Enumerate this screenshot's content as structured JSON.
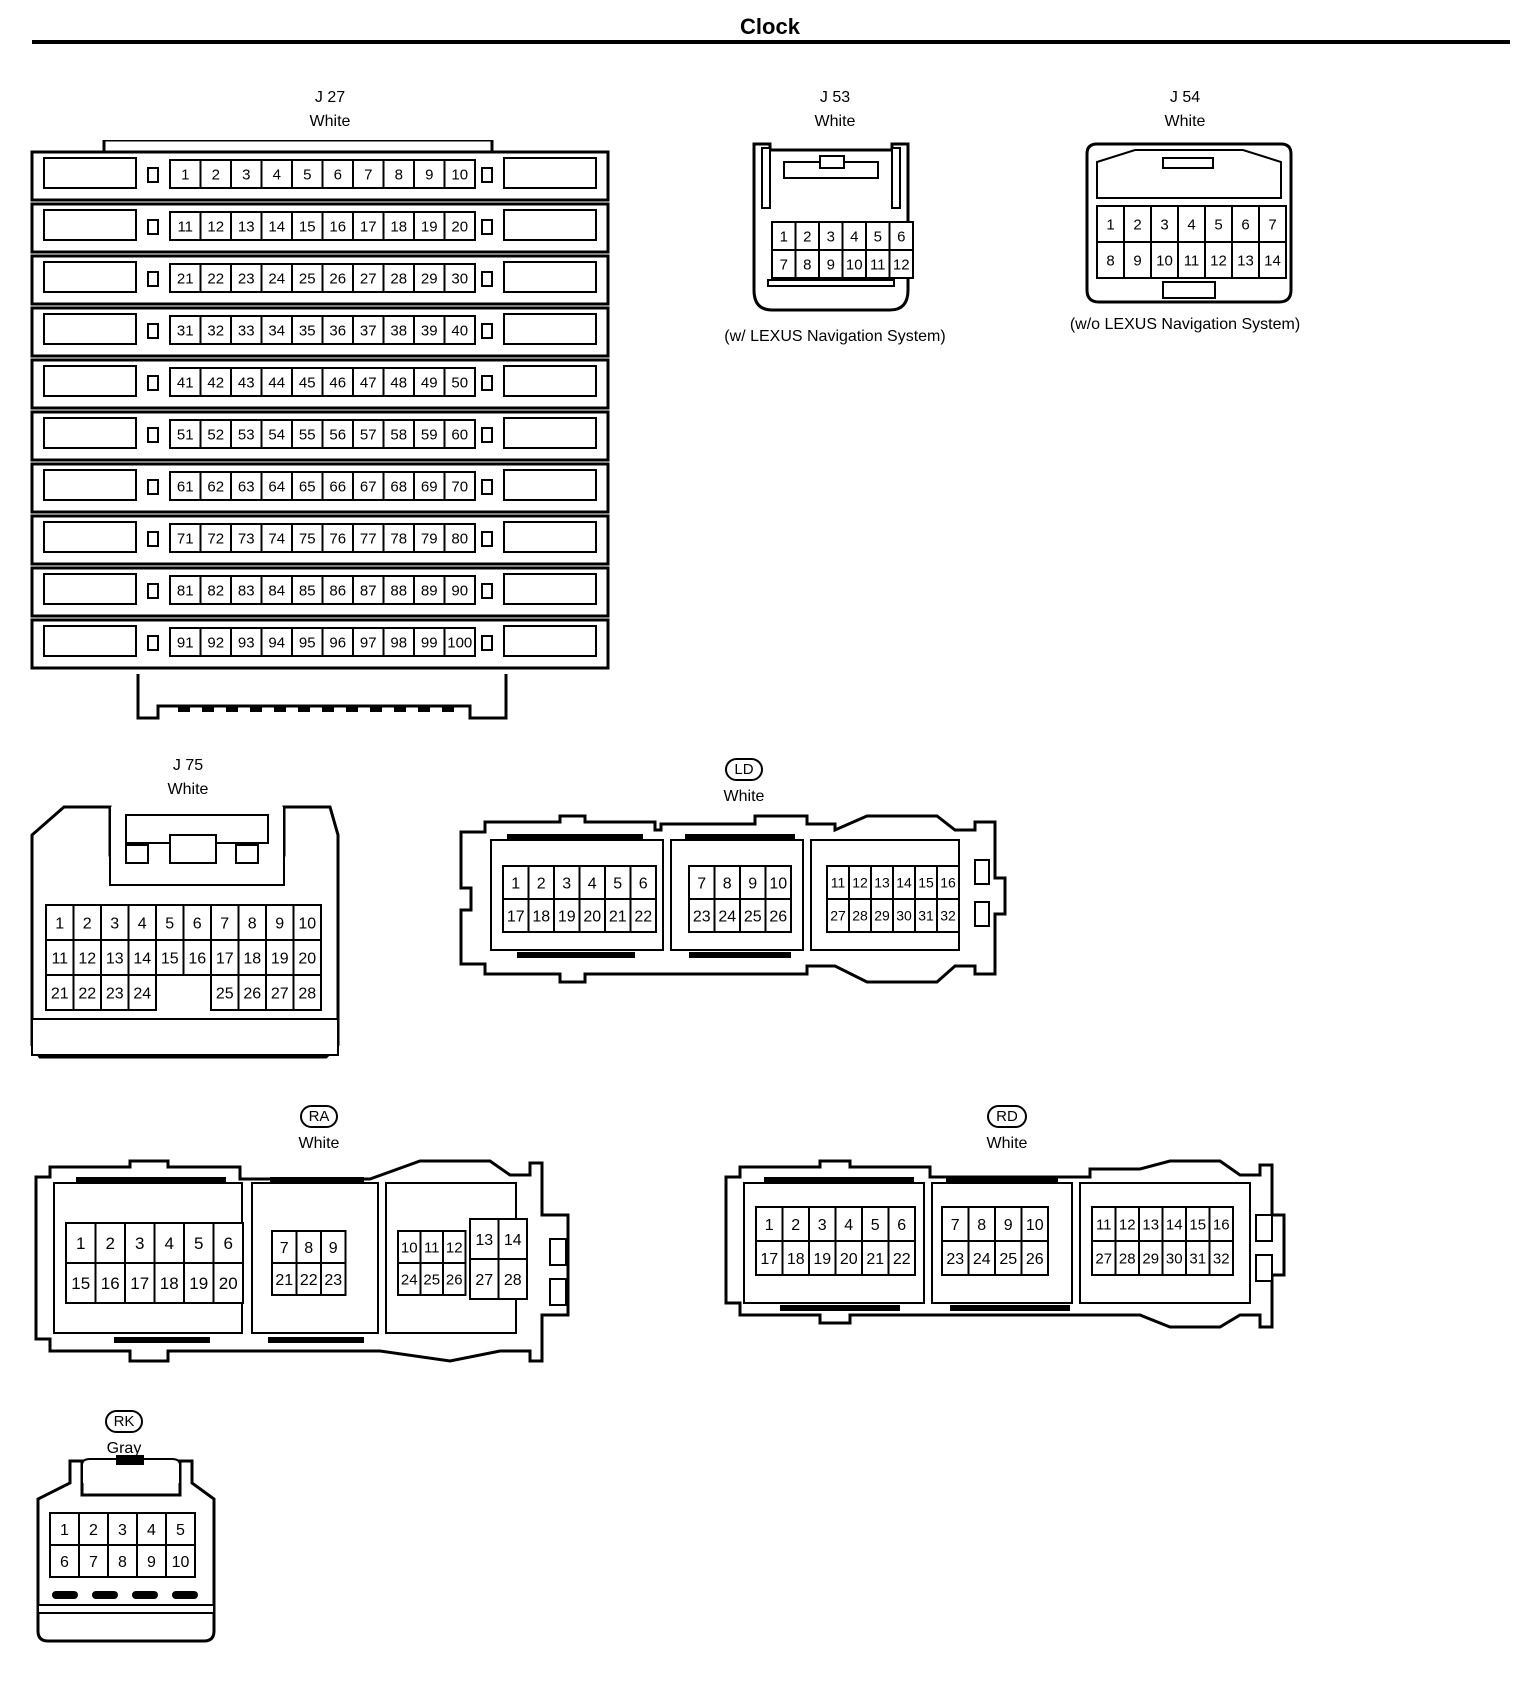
{
  "title": "Clock",
  "connectors": {
    "j27": {
      "id": "J 27",
      "color": "White"
    },
    "j53": {
      "id": "J 53",
      "color": "White",
      "note": "(w/ LEXUS Navigation System)"
    },
    "j54": {
      "id": "J 54",
      "color": "White",
      "note": "(w/o LEXUS Navigation System)"
    },
    "j75": {
      "id": "J 75",
      "color": "White"
    },
    "ld": {
      "id": "LD",
      "color": "White"
    },
    "ra": {
      "id": "RA",
      "color": "White"
    },
    "rd": {
      "id": "RD",
      "color": "White"
    },
    "rk": {
      "id": "RK",
      "color": "Gray"
    }
  }
}
